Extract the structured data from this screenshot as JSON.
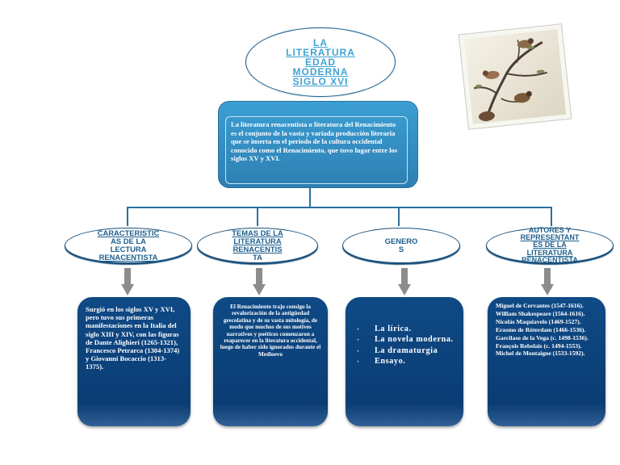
{
  "title": {
    "lines": [
      "LA",
      "LITERATURA",
      "EDAD",
      "MODERNA",
      "SIGLO XVI"
    ]
  },
  "definition": {
    "text": "La literatura renacentista o literatura del Renacimiento es el conjunto de la vasta y variada producción literaria que se inserta en el periodo de la cultura occidental conocido como el Renacimiento, que tuvo lugar entre los siglos XV y XVI."
  },
  "categories": [
    {
      "lines": [
        "CARACTERISTIC",
        "AS DE LA",
        "LECTURA",
        "RENACENTISTA"
      ],
      "box_text": "Surgió en los siglos XV y XVI, pero tuvo sus primeras manifestaciones en la Italia del siglo XIII y XIV, con las figuras de Dante Alighieri (1265-1321), Francesco Petrarca (1304-1374) y Giovanni Bocaccio (1313-1375)."
    },
    {
      "lines": [
        "TEMAS DE LA",
        "LITERATURA",
        "RENACENTIS",
        "TA"
      ],
      "box_text": "El Renacimiento trajo consigo la revalorización de la antigüedad grecolatina y de su vasta mitología, de modo que muchos de sus motivos narrativos y poéticos comenzaron a reaparecer en la literatura occidental, luego de haber sido ignorados durante el Medioevo"
    },
    {
      "lines": [
        "GENERO",
        "S"
      ],
      "box_items": [
        "La lírica.",
        "La novela moderna.",
        "La dramaturgia",
        "Ensayo."
      ]
    },
    {
      "lines": [
        "AUTORES Y",
        "REPRESENTANT",
        "ES DE LA",
        "LITERATURA",
        "RENACENTISTA"
      ],
      "box_lines": [
        "Miguel de Cervantes (1547-1616).",
        "William Shakespeare (1564-1616).",
        "Nicolás Maquiavelo (1469-1527).",
        "Erasmo de Róterdam (1466-1536).",
        "Garcilaso de la Vega (c. 1498-1536).",
        "François Rebelais (c. 1494-1553).",
        "Michel de Montaigne (1533-1592)."
      ]
    }
  ],
  "colors": {
    "title_text": "#3fa3d3",
    "definition_box": "#3b9fd3",
    "content_box": "#0f4a86",
    "category_text": "#1d5f8c",
    "arrow": "#8c8c8c"
  },
  "picture": {
    "icon": "birds-on-branch-painting-icon"
  }
}
